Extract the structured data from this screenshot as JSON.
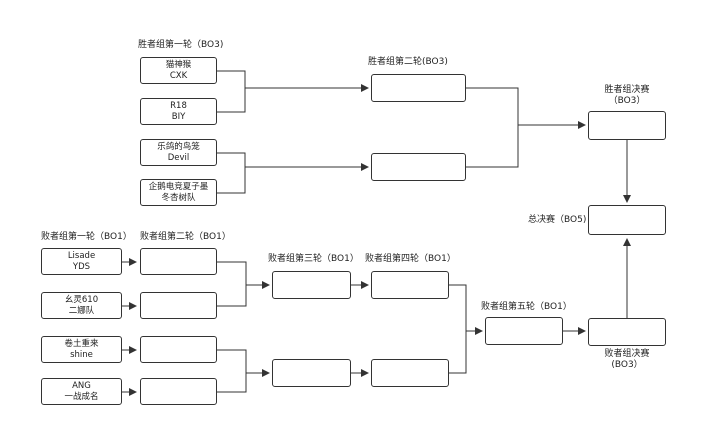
{
  "labels": {
    "winners_r1": "胜者组第一轮（BO3)",
    "winners_r2": "胜者组第二轮(BO3)",
    "winners_final_1": "胜者组决赛",
    "winners_final_2": "（BO3）",
    "grand_final": "总决赛（BO5)",
    "losers_r1": "败者组第一轮（BO1）",
    "losers_r2": "败者组第二轮（BO1）",
    "losers_r3": "败者组第三轮（BO1）",
    "losers_r4": "败者组第四轮（BO1）",
    "losers_r5": "败者组第五轮（BO1）",
    "losers_final_1": "败者组决赛",
    "losers_final_2": "(BO3）"
  },
  "teams": {
    "w1": [
      "猫神猴",
      "CXK"
    ],
    "w2": [
      "R18",
      "BIY"
    ],
    "w3": [
      "乐鸽的鸟笼",
      "Devil"
    ],
    "w4": [
      "企鹅电竞夏子墨",
      "冬杏树队"
    ],
    "l1": [
      "Lisade",
      "YDS"
    ],
    "l2": [
      "幺灵610",
      "二娜队"
    ],
    "l3": [
      "卷土重来",
      "shine"
    ],
    "l4": [
      "ANG",
      "一战成名"
    ]
  }
}
